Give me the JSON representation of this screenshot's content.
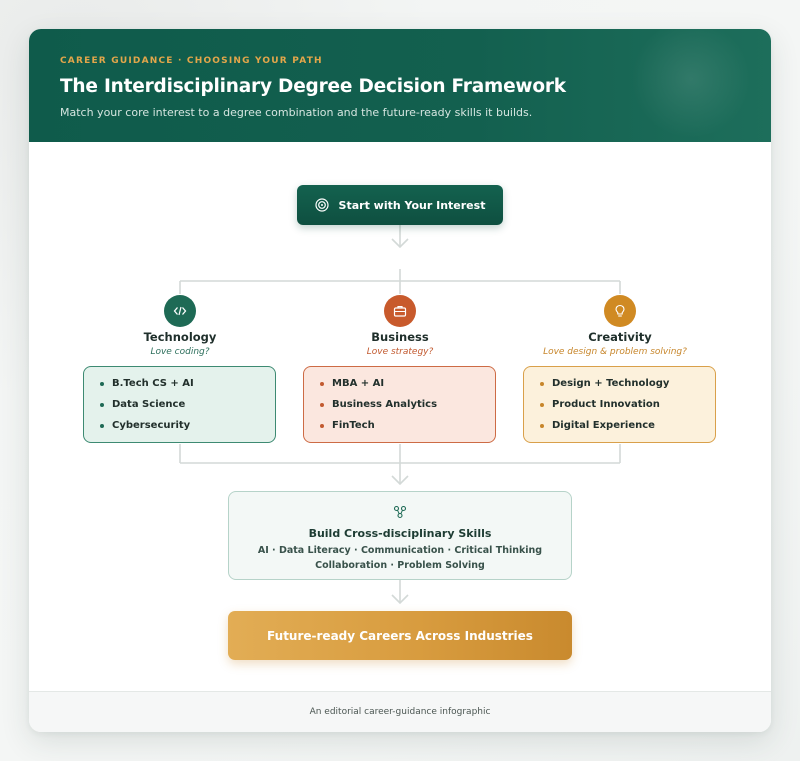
{
  "header": {
    "eyebrow": "CAREER GUIDANCE · CHOOSING YOUR PATH",
    "title": "The Interdisciplinary Degree Decision Framework",
    "subtitle": "Match your core interest to a degree combination and the future-ready skills it builds."
  },
  "start": {
    "label": "Start with Your Interest",
    "icon": "target-icon"
  },
  "branches": [
    {
      "title": "Technology",
      "question": "Love coding?",
      "icon": "code-icon",
      "color": "#1e6a55",
      "items": [
        "B.Tech CS + AI",
        "Data Science",
        "Cybersecurity"
      ]
    },
    {
      "title": "Business",
      "question": "Love strategy?",
      "icon": "briefcase-icon",
      "color": "#c85a2c",
      "items": [
        "MBA + AI",
        "Business Analytics",
        "FinTech"
      ]
    },
    {
      "title": "Creativity",
      "question": "Love design & problem solving?",
      "icon": "lightbulb-icon",
      "color": "#d08a23",
      "items": [
        "Design + Technology",
        "Product Innovation",
        "Digital Experience"
      ]
    }
  ],
  "skills": {
    "icon": "network-icon",
    "title": "Build Cross-disciplinary Skills",
    "line1": "AI · Data Literacy · Communication · Critical Thinking",
    "line2": "Collaboration · Problem Solving"
  },
  "outcome": {
    "label": "Future-ready Careers Across Industries"
  },
  "footer": {
    "text": "An editorial career-guidance infographic"
  }
}
